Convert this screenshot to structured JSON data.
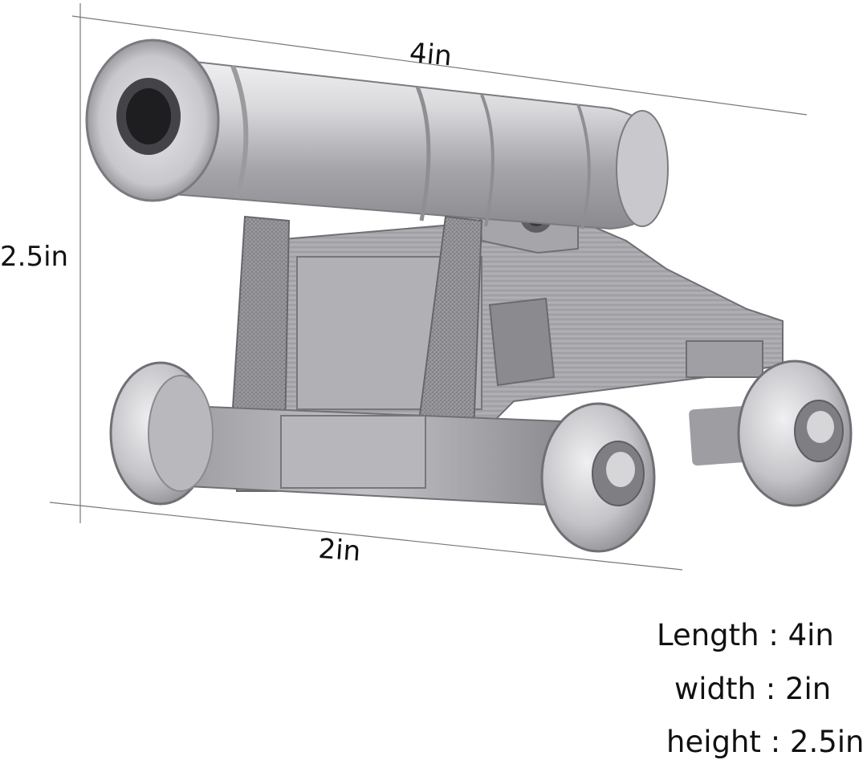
{
  "dimensions": {
    "length_label": "4in",
    "width_label": "2in",
    "height_label": "2.5in"
  },
  "specs": [
    {
      "text": "Length : 4in"
    },
    {
      "text": "width : 2in"
    },
    {
      "text": "height : 2.5in"
    }
  ],
  "colors": {
    "metal_light": "#e4e4e6",
    "metal_mid": "#b9b9bd",
    "metal_dark": "#7d7d82",
    "line": "#777777",
    "text": "#111111"
  }
}
